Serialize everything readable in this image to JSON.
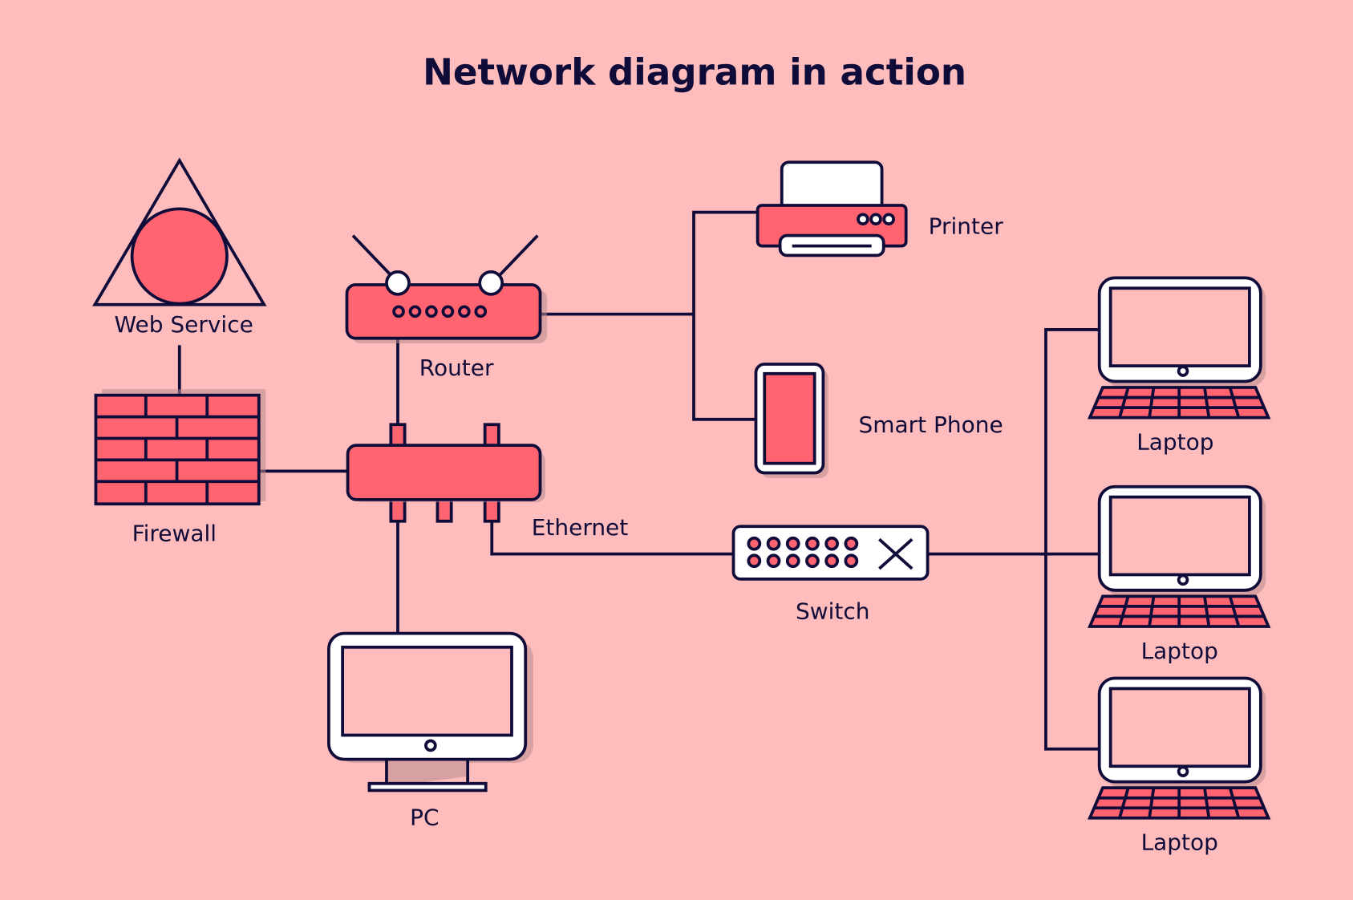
{
  "title": "Network diagram in action",
  "colors": {
    "background": "#ffbcbc",
    "accent": "#ff6470",
    "ink": "#0f0c3a",
    "device_white": "#ffffff"
  },
  "nodes": {
    "web_service": {
      "label": "Web Service",
      "icon": "web-service-icon"
    },
    "firewall": {
      "label": "Firewall",
      "icon": "firewall-icon"
    },
    "router": {
      "label": "Router",
      "icon": "router-icon"
    },
    "ethernet": {
      "label": "Ethernet",
      "icon": "ethernet-hub-icon"
    },
    "pc": {
      "label": "PC",
      "icon": "desktop-monitor-icon"
    },
    "printer": {
      "label": "Printer",
      "icon": "printer-icon"
    },
    "smart_phone": {
      "label": "Smart Phone",
      "icon": "smartphone-icon"
    },
    "switch": {
      "label": "Switch",
      "icon": "network-switch-icon"
    },
    "laptop_1": {
      "label": "Laptop",
      "icon": "laptop-icon"
    },
    "laptop_2": {
      "label": "Laptop",
      "icon": "laptop-icon"
    },
    "laptop_3": {
      "label": "Laptop",
      "icon": "laptop-icon"
    }
  },
  "connections": [
    [
      "web_service",
      "firewall"
    ],
    [
      "firewall",
      "ethernet"
    ],
    [
      "router",
      "ethernet"
    ],
    [
      "router",
      "printer"
    ],
    [
      "router",
      "smart_phone"
    ],
    [
      "ethernet",
      "pc"
    ],
    [
      "ethernet",
      "switch"
    ],
    [
      "switch",
      "laptop_1"
    ],
    [
      "switch",
      "laptop_2"
    ],
    [
      "switch",
      "laptop_3"
    ]
  ]
}
